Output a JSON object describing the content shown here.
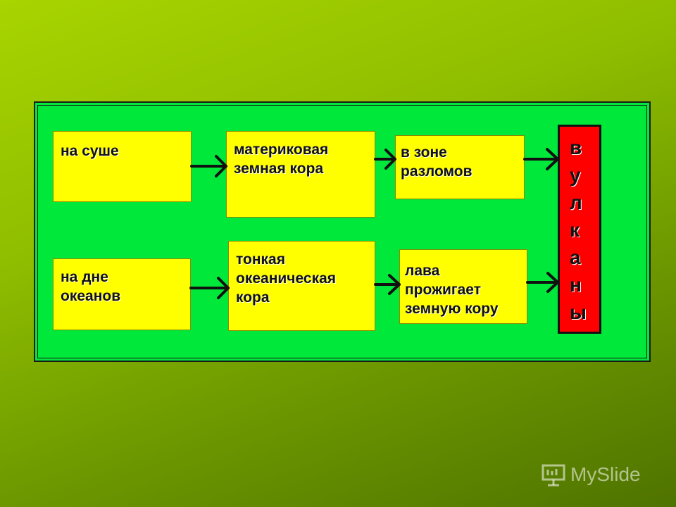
{
  "diagram": {
    "row1": {
      "box1": [
        "на суше"
      ],
      "box2": [
        "материковая",
        "земная кора"
      ],
      "box3": [
        "в зоне",
        "разломов"
      ]
    },
    "row2": {
      "box1": [
        "на дне",
        "океанов"
      ],
      "box2": [
        "тонкая",
        "океаническая",
        "кора"
      ],
      "box3": [
        "лава",
        "прожигает",
        "земную кору"
      ]
    },
    "result_letters": [
      "в",
      "у",
      "л",
      "к",
      "а",
      "н",
      "ы"
    ]
  },
  "watermark": {
    "brand": "MySlide"
  },
  "colors": {
    "background": "#8fbe00",
    "panel": "#00e83a",
    "box": "#ffff00",
    "result_box": "#ff0000"
  }
}
